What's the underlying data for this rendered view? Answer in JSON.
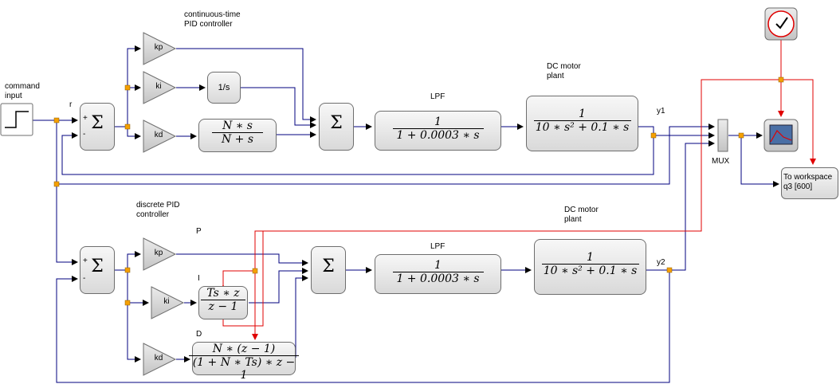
{
  "labels": {
    "command_input": "command\ninput",
    "continuous_title": "continuous-time\nPID controller",
    "discrete_title": "discrete PID\ncontroller",
    "r": "r",
    "y1": "y1",
    "y2": "y2",
    "lpf_top": "LPF",
    "lpf_bottom": "LPF",
    "dc_motor_top": "DC motor\nplant",
    "dc_motor_bottom": "DC motor\nplant",
    "mux": "MUX",
    "p": "P",
    "i": "I",
    "d": "D",
    "workspace": "To workspace\nq3 [600]"
  },
  "gains": {
    "kp_top": "kp",
    "ki_top": "ki",
    "kd_top": "kd",
    "kp_bottom": "kp",
    "ki_bottom": "ki",
    "kd_bottom": "kd"
  },
  "blocks": {
    "integrator": "1/s",
    "sum_symbol": "Σ",
    "plus": "+",
    "minus": "-",
    "deriv_num": "N ∗ s",
    "deriv_den": "N + s",
    "lpf_num": "1",
    "lpf_den": "1 + 0.0003 ∗ s",
    "plant_num": "1",
    "plant_den": "10 ∗ s² + 0.1 ∗ s",
    "dint_num": "Ts ∗ z",
    "dint_den": "z − 1",
    "dder_num": "N ∗ (z − 1)",
    "dder_den": "(1 + N ∗ Ts) ∗ z − 1"
  },
  "colors": {
    "signal": "#00007f",
    "event": "#e00000",
    "split": "#f5a000",
    "gain_fill": "#d4d4d4",
    "block_border": "#6e6e6e"
  }
}
